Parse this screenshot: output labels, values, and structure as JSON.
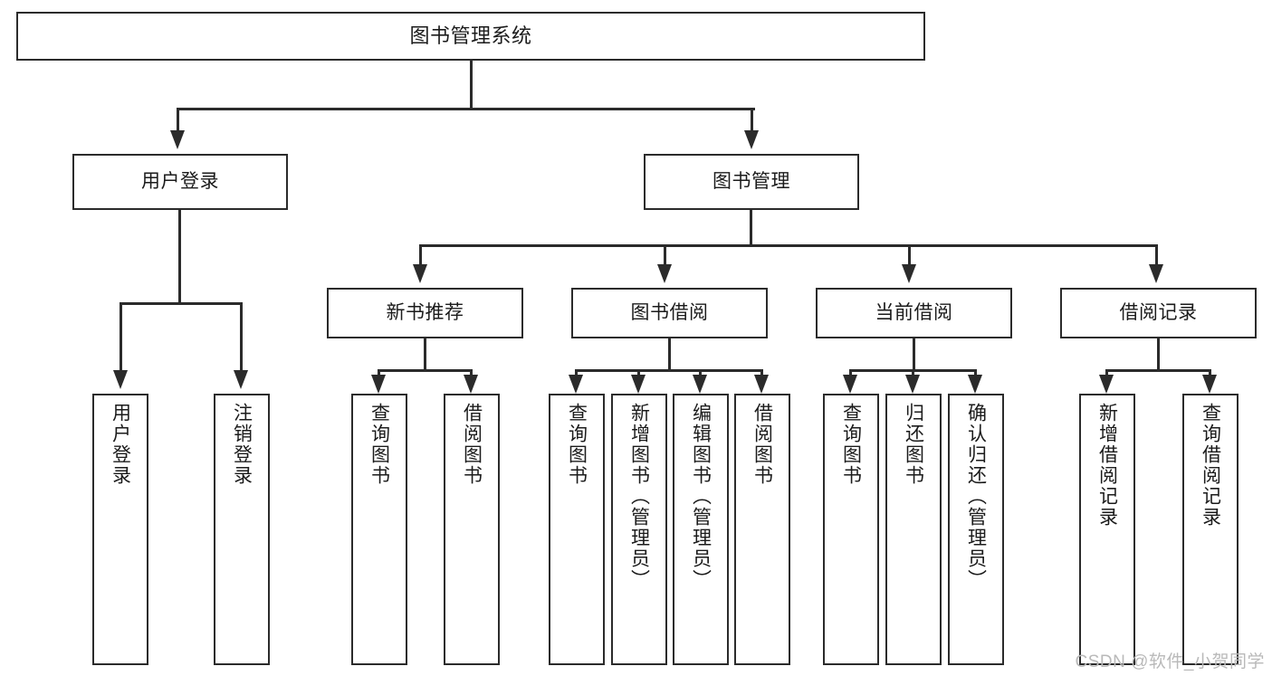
{
  "diagram": {
    "title": "图书管理系统",
    "type": "hierarchy-tree",
    "orientation": "top-down",
    "accent_color": "#2b2b2b",
    "background_color": "#ffffff",
    "levels": 4
  },
  "nodes": {
    "root": {
      "label": "图书管理系统",
      "level": 1
    },
    "l2": [
      {
        "id": "user-login",
        "label": "用户登录",
        "level": 2
      },
      {
        "id": "book-manage",
        "label": "图书管理",
        "level": 2
      }
    ],
    "l3": [
      {
        "id": "new-book-recommend",
        "label": "新书推荐",
        "level": 3,
        "parent": "book-manage"
      },
      {
        "id": "book-borrow",
        "label": "图书借阅",
        "level": 3,
        "parent": "book-manage"
      },
      {
        "id": "current-borrow",
        "label": "当前借阅",
        "level": 3,
        "parent": "book-manage"
      },
      {
        "id": "borrow-record",
        "label": "借阅记录",
        "level": 3,
        "parent": "book-manage"
      }
    ],
    "leaves": [
      {
        "id": "leaf-user-login",
        "label": "用户登录",
        "parent": "user-login"
      },
      {
        "id": "leaf-user-logout",
        "label": "注销登录",
        "parent": "user-login"
      },
      {
        "id": "leaf-query-book-1",
        "label": "查询图书",
        "parent": "new-book-recommend"
      },
      {
        "id": "leaf-borrow-book-1",
        "label": "借阅图书",
        "parent": "new-book-recommend"
      },
      {
        "id": "leaf-query-book-2",
        "label": "查询图书",
        "parent": "book-borrow"
      },
      {
        "id": "leaf-add-book",
        "label": "新增图书（管理员）",
        "parent": "book-borrow"
      },
      {
        "id": "leaf-edit-book",
        "label": "编辑图书（管理员）",
        "parent": "book-borrow"
      },
      {
        "id": "leaf-borrow-book-2",
        "label": "借阅图书",
        "parent": "book-borrow"
      },
      {
        "id": "leaf-query-book-3",
        "label": "查询图书",
        "parent": "current-borrow"
      },
      {
        "id": "leaf-return-book",
        "label": "归还图书",
        "parent": "current-borrow"
      },
      {
        "id": "leaf-confirm-return",
        "label": "确认归还（管理员）",
        "parent": "current-borrow"
      },
      {
        "id": "leaf-add-record",
        "label": "新增借阅记录",
        "parent": "borrow-record"
      },
      {
        "id": "leaf-query-record",
        "label": "查询借阅记录",
        "parent": "borrow-record"
      }
    ]
  },
  "watermark": {
    "text": "CSDN @软件_小贺同学"
  }
}
